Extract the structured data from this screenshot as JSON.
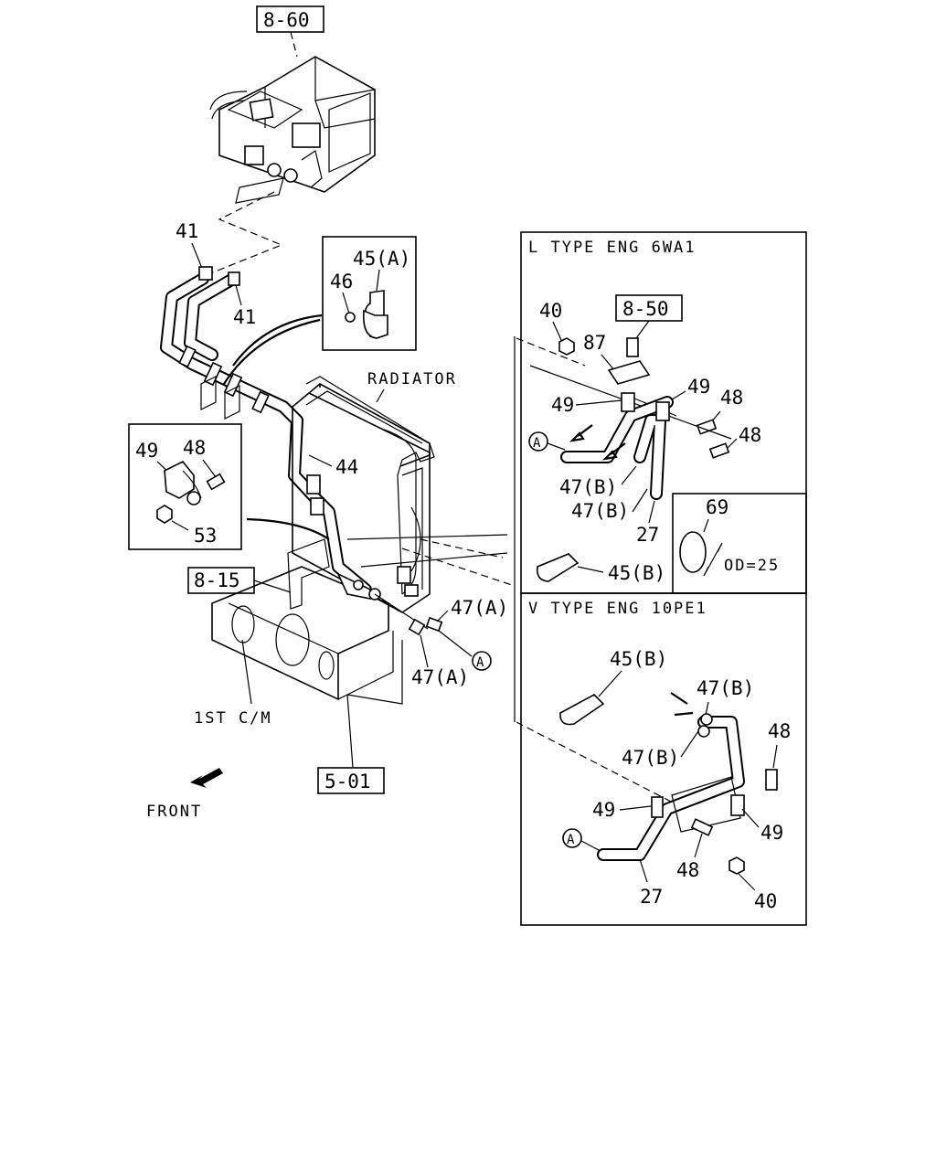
{
  "refs": {
    "r860": "8-60",
    "r850": "8-50",
    "r815": "8-15",
    "r501": "5-01"
  },
  "captions": {
    "radiator": "RADIATOR",
    "first_cm": "1ST C/M",
    "front": "FRONT",
    "l_type": "L TYPE ENG 6WA1",
    "v_type": "V TYPE ENG 10PE1",
    "od": "OD=25"
  },
  "main_labels": {
    "p41a": "41",
    "p41b": "41",
    "p45a": "45(A)",
    "p46": "46",
    "p44": "44",
    "p49": "49",
    "p48": "48",
    "p53": "53",
    "p47a1": "47(A)",
    "p47a2": "47(A)",
    "circA": "A"
  },
  "l_type_labels": {
    "p40": "40",
    "p87": "87",
    "p49a": "49",
    "p49b": "49",
    "p48a": "48",
    "p48b": "48",
    "p47b1": "47(B)",
    "p47b2": "47(B)",
    "p27": "27",
    "p69": "69",
    "p45b": "45(B)",
    "circA": "A"
  },
  "v_type_labels": {
    "p45b": "45(B)",
    "p47b1": "47(B)",
    "p47b2": "47(B)",
    "p48a": "48",
    "p48b": "48",
    "p49a": "49",
    "p49b": "49",
    "p27": "27",
    "p40": "40",
    "circA": "A"
  }
}
